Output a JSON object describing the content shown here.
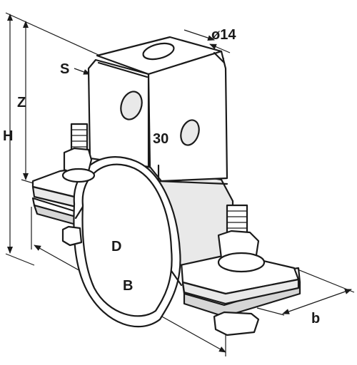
{
  "labels": {
    "h": "H",
    "z": "Z",
    "s": "S",
    "hole_diameter": "ø14",
    "slot_spacing": "30",
    "d": "D",
    "b_width": "B",
    "b_small": "b"
  },
  "colors": {
    "line": "#1a1a1a",
    "shade": "#e9e9e9",
    "background": "#ffffff"
  }
}
